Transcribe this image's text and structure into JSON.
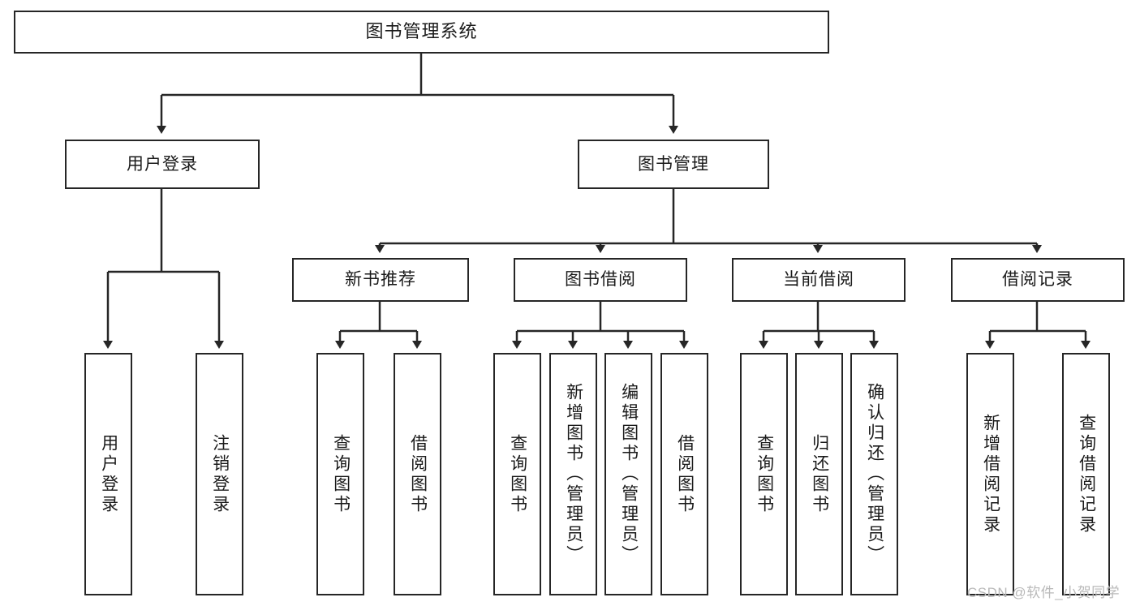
{
  "diagram": {
    "type": "tree-hierarchy",
    "title": "图书管理系统",
    "watermark": "CSDN @软件_小贺同学",
    "nodes": {
      "root": {
        "label": "图书管理系统"
      },
      "level1": [
        {
          "id": "user-login",
          "label": "用户登录"
        },
        {
          "id": "book-manage",
          "label": "图书管理"
        }
      ],
      "level2": [
        {
          "id": "new-book-recommend",
          "label": "新书推荐",
          "parent": "book-manage"
        },
        {
          "id": "book-borrow",
          "label": "图书借阅",
          "parent": "book-manage"
        },
        {
          "id": "current-borrow",
          "label": "当前借阅",
          "parent": "book-manage"
        },
        {
          "id": "borrow-record",
          "label": "借阅记录",
          "parent": "book-manage"
        }
      ],
      "leaves": [
        {
          "id": "leaf-user-login",
          "label": "用户登录",
          "parent": "user-login"
        },
        {
          "id": "leaf-user-logout",
          "label": "注销登录",
          "parent": "user-login"
        },
        {
          "id": "leaf-query-book-1",
          "label": "查询图书",
          "parent": "new-book-recommend"
        },
        {
          "id": "leaf-borrow-book-1",
          "label": "借阅图书",
          "parent": "new-book-recommend"
        },
        {
          "id": "leaf-query-book-2",
          "label": "查询图书",
          "parent": "book-borrow"
        },
        {
          "id": "leaf-add-book",
          "label": "新增图书（管理员）",
          "parent": "book-borrow"
        },
        {
          "id": "leaf-edit-book",
          "label": "编辑图书（管理员）",
          "parent": "book-borrow"
        },
        {
          "id": "leaf-borrow-book-2",
          "label": "借阅图书",
          "parent": "book-borrow"
        },
        {
          "id": "leaf-query-book-3",
          "label": "查询图书",
          "parent": "current-borrow"
        },
        {
          "id": "leaf-return-book",
          "label": "归还图书",
          "parent": "current-borrow"
        },
        {
          "id": "leaf-confirm-return",
          "label": "确认归还（管理员）",
          "parent": "current-borrow"
        },
        {
          "id": "leaf-add-record",
          "label": "新增借阅记录",
          "parent": "borrow-record"
        },
        {
          "id": "leaf-query-record",
          "label": "查询借阅记录",
          "parent": "borrow-record"
        }
      ]
    },
    "colors": {
      "border": "#262626",
      "background": "#ffffff",
      "text": "#1a1a1a",
      "watermark": "#b9b9b9"
    }
  }
}
